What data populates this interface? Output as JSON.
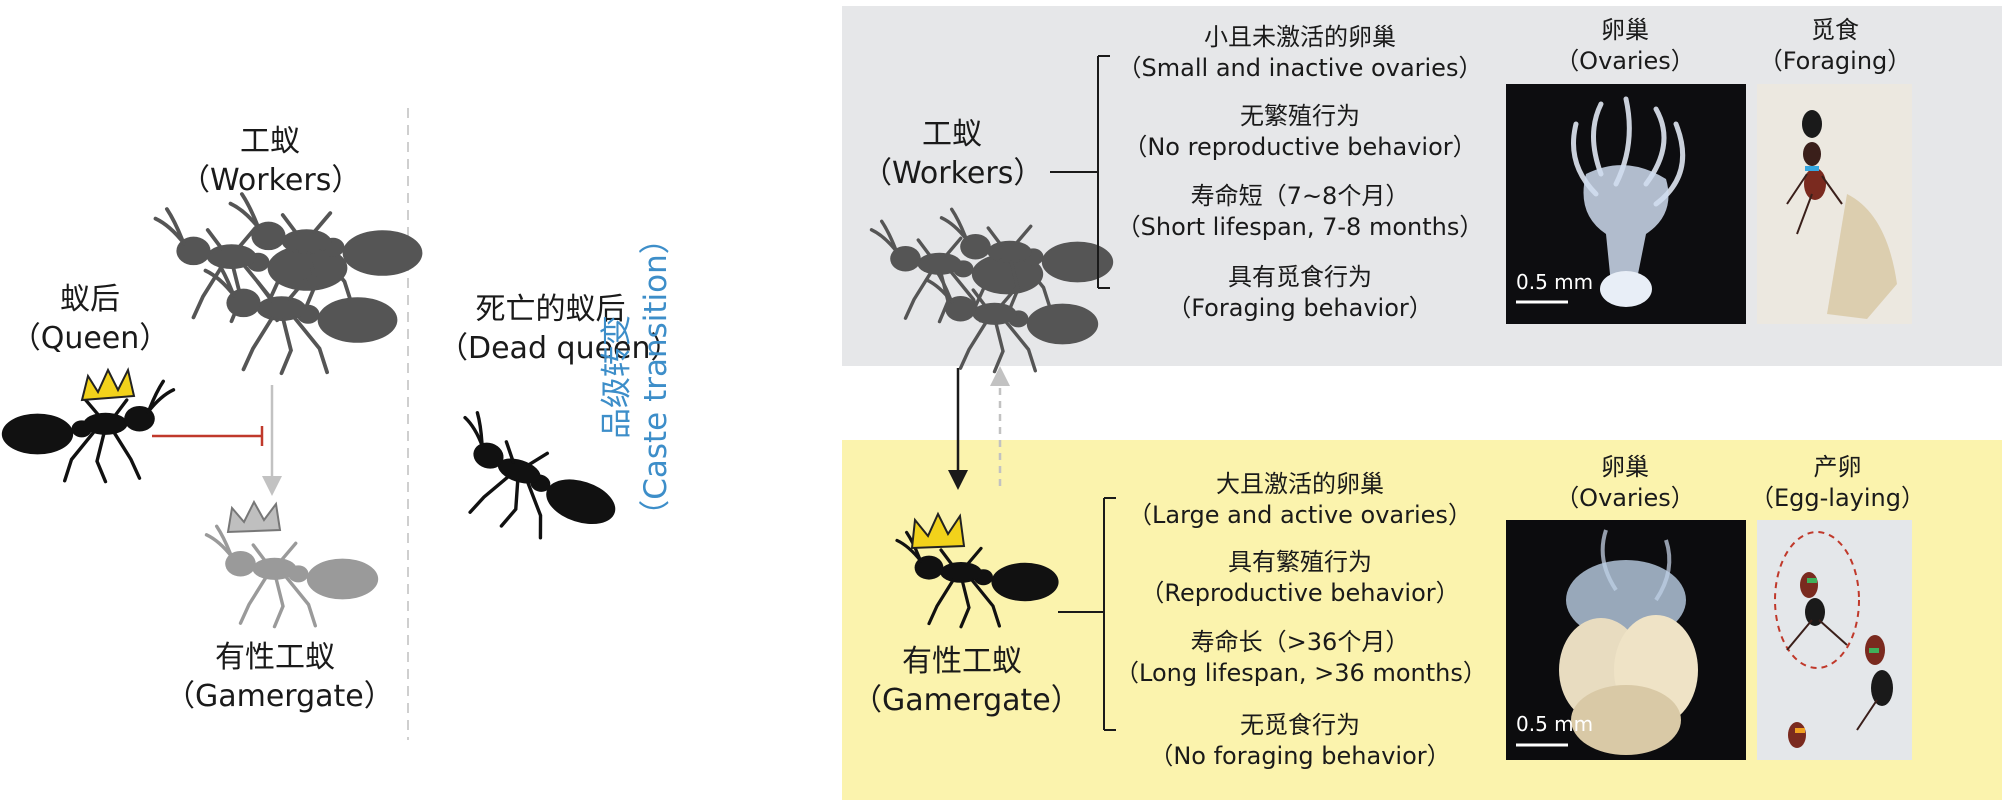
{
  "left": {
    "workers": {
      "zh": "工蚁",
      "en": "（Workers）"
    },
    "queen": {
      "zh": "蚁后",
      "en": "（Queen）"
    },
    "gamergate": {
      "zh": "有性工蚁",
      "en": "（Gamergate）"
    },
    "dead_queen": {
      "zh": "死亡的蚁后",
      "en": "（Dead queen）"
    }
  },
  "caste_transition": {
    "zh": "品级转变",
    "en": "（Caste transition）",
    "color": "#3d8ec9"
  },
  "top_panel": {
    "bg": "#e6e7e9",
    "ant_label": {
      "zh": "工蚁",
      "en": "（Workers）"
    },
    "traits": [
      {
        "zh": "小且未激活的卵巢",
        "en": "（Small and inactive ovaries）"
      },
      {
        "zh": "无繁殖行为",
        "en": "（No reproductive behavior）"
      },
      {
        "zh": "寿命短（7~8个月）",
        "en": "（Short lifespan, 7-8 months）"
      },
      {
        "zh": "具有觅食行为",
        "en": "（Foraging behavior）"
      }
    ],
    "photo1": {
      "zh": "卵巢",
      "en": "（Ovaries）",
      "scale": "0.5 mm"
    },
    "photo2": {
      "zh": "觅食",
      "en": "（Foraging）"
    }
  },
  "bottom_panel": {
    "bg": "#fbf3ad",
    "ant_label": {
      "zh": "有性工蚁",
      "en": "（Gamergate）"
    },
    "traits": [
      {
        "zh": "大且激活的卵巢",
        "en": "（Large and active ovaries）"
      },
      {
        "zh": "具有繁殖行为",
        "en": "（Reproductive behavior）"
      },
      {
        "zh": "寿命长（>36个月）",
        "en": "（Long lifespan, >36 months）"
      },
      {
        "zh": "无觅食行为",
        "en": "（No foraging behavior）"
      }
    ],
    "photo1": {
      "zh": "卵巢",
      "en": "（Ovaries）",
      "scale": "0.5 mm"
    },
    "photo2": {
      "zh": "产卵",
      "en": "（Egg-laying）"
    }
  },
  "colors": {
    "inhibit_line": "#c0392b",
    "crown": "#f2d21b",
    "ghost_crown": "#bfbfbf"
  }
}
